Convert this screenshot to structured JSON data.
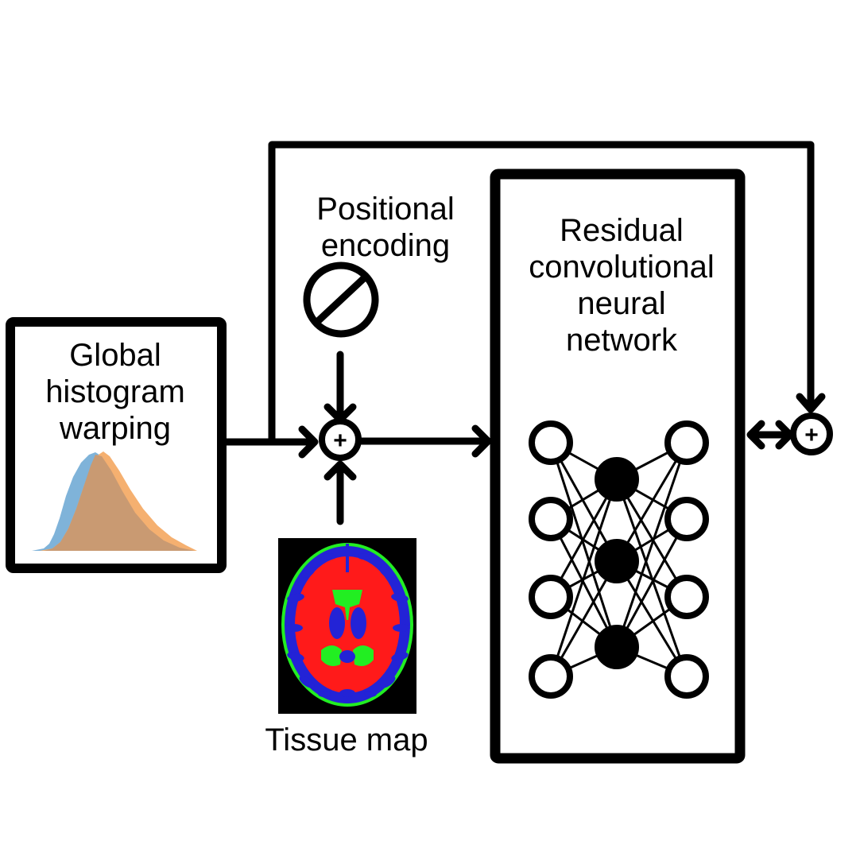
{
  "blocks": {
    "histogram": {
      "lines": [
        "Global",
        "histogram",
        "warping"
      ]
    },
    "positional": {
      "lines": [
        "Positional",
        "encoding"
      ]
    },
    "tissue": {
      "label": "Tissue map"
    },
    "network": {
      "lines": [
        "Residual",
        "convolutional",
        "neural",
        "network"
      ]
    }
  },
  "sum_symbol": "+",
  "colors": {
    "ink": "#000000",
    "hist_blue": "#7fb3d9",
    "hist_orange": "#f5b070",
    "hist_overlap": "#c99a72",
    "wm_red": "#ff1a1a",
    "gm_blue": "#2323d6",
    "csf_green": "#22ee22"
  },
  "icons": [
    "positional-encoding-icon",
    "brain-tissue-map-image",
    "neuron-node-icon"
  ]
}
